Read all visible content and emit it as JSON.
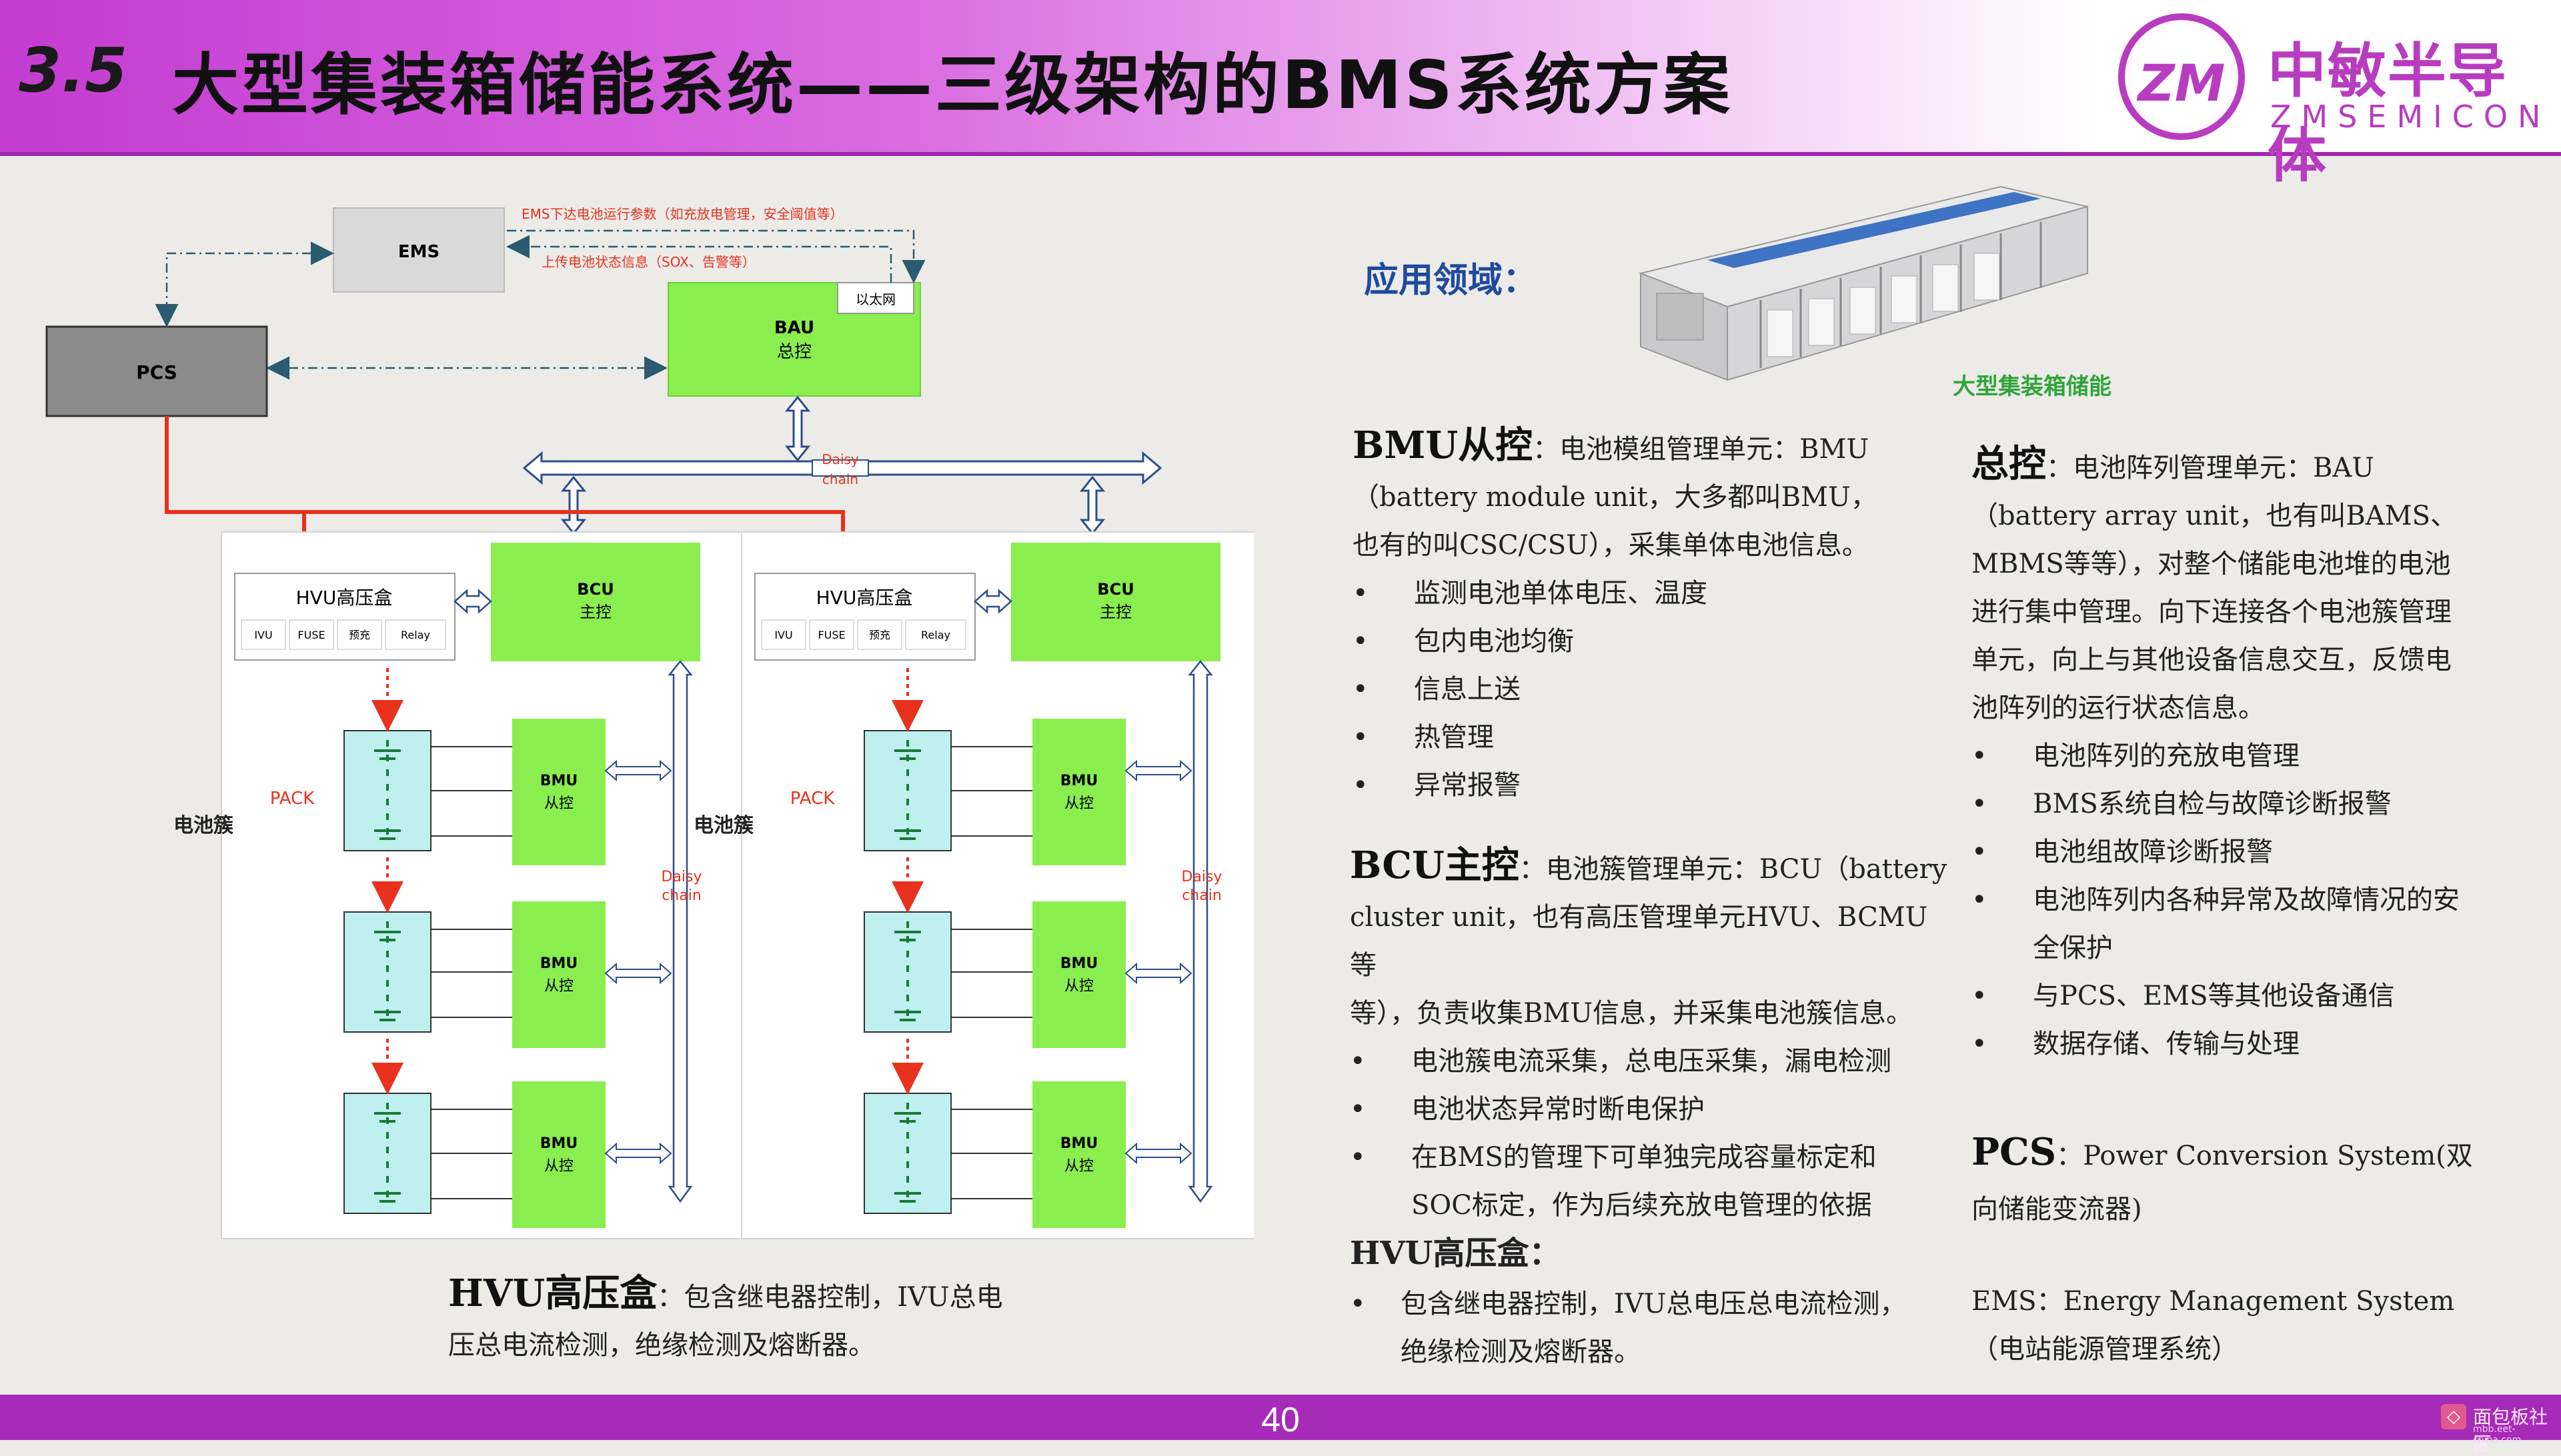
{
  "header": {
    "number": "3.5",
    "title": "大型集装箱储能系统——三级架构的BMS系统方案",
    "logo_mark": "ZM",
    "logo_cn": "中敏半导体",
    "logo_en": "ZMSEMICON"
  },
  "diagram": {
    "ems": "EMS",
    "pcs": "PCS",
    "bau_line1": "BAU",
    "bau_line2": "总控",
    "ethernet": "以太网",
    "ems_down": "EMS下达电池运行参数（如充放电管理，安全阈值等）",
    "upload": "上传电池状态信息（SOX、告警等）",
    "daisy1": "Daisy",
    "daisy2": "chain",
    "hvu_box": "HVU高压盒",
    "hvu_parts": [
      "IVU",
      "FUSE",
      "预充",
      "Relay"
    ],
    "bcu_line1": "BCU",
    "bcu_line2": "主控",
    "bmu_line1": "BMU",
    "bmu_line2": "从控",
    "pack": "PACK",
    "cluster": "电池簇"
  },
  "hvu_caption": {
    "head": "HVU高压盒",
    "line1": "：包含继电器控制，IVU总电",
    "line2": "压总电流检测，绝缘检测及熔断器。"
  },
  "application": {
    "label": "应用领域：",
    "caption": "大型集装箱储能"
  },
  "bmu": {
    "head": "BMU从控",
    "line1": "：电池模组管理单元：BMU",
    "line2": "（battery module unit，大多都叫BMU，",
    "line3": "也有的叫CSC/CSU），采集单体电池信息。",
    "bullets": [
      "监测电池单体电压、温度",
      "包内电池均衡",
      "信息上送",
      "热管理",
      "异常报警"
    ]
  },
  "bcu": {
    "head": "BCU主控",
    "line1": "：电池簇管理单元：BCU（battery",
    "line2": "cluster unit，也有高压管理单元HVU、BCMU等",
    "line3": "等），负责收集BMU信息，并采集电池簇信息。",
    "bullets": [
      "电池簇电流采集，总电压采集，漏电检测",
      "电池状态异常时断电保护",
      "在BMS的管理下可单独完成容量标定和"
    ],
    "bullet3_cont": "SOC标定，作为后续充放电管理的依据"
  },
  "hvu": {
    "head": "HVU高压盒",
    "colon": "：",
    "bullet1": "包含继电器控制，IVU总电压总电流检测，",
    "bullet1_cont": "绝缘检测及熔断器。"
  },
  "master": {
    "head": "总控",
    "line1": "：电池阵列管理单元：BAU",
    "line2": "（battery array unit，也有叫BAMS、",
    "line3": "MBMS等等），对整个储能电池堆的电池",
    "line4": "进行集中管理。向下连接各个电池簇管理",
    "line5": "单元，向上与其他设备信息交互，反馈电",
    "line6": "池阵列的运行状态信息。",
    "bullets": [
      "电池阵列的充放电管理",
      "BMS系统自检与故障诊断报警",
      "电池组故障诊断报警",
      "电池阵列内各种异常及故障情况的安"
    ],
    "bullet4_cont": "全保护",
    "bullets2": [
      "与PCS、EMS等其他设备通信",
      "数据存储、传输与处理"
    ]
  },
  "pcs_def": {
    "head": "PCS",
    "line1": "：Power Conversion System(双",
    "line2": "向储能变流器)"
  },
  "ems_def": {
    "line1": "EMS：Energy Management System",
    "line2": "（电站能源管理系统）"
  },
  "footer": {
    "page": "40",
    "watermark": "面包板社区",
    "watermark_url": "mbb.eet-china.com"
  },
  "colors": {
    "accent": "#a62bb8",
    "green_box": "#89ee4e",
    "cell_box": "#bff0f0",
    "red_line": "#e8321e",
    "title_blue": "#1f4a9e"
  }
}
